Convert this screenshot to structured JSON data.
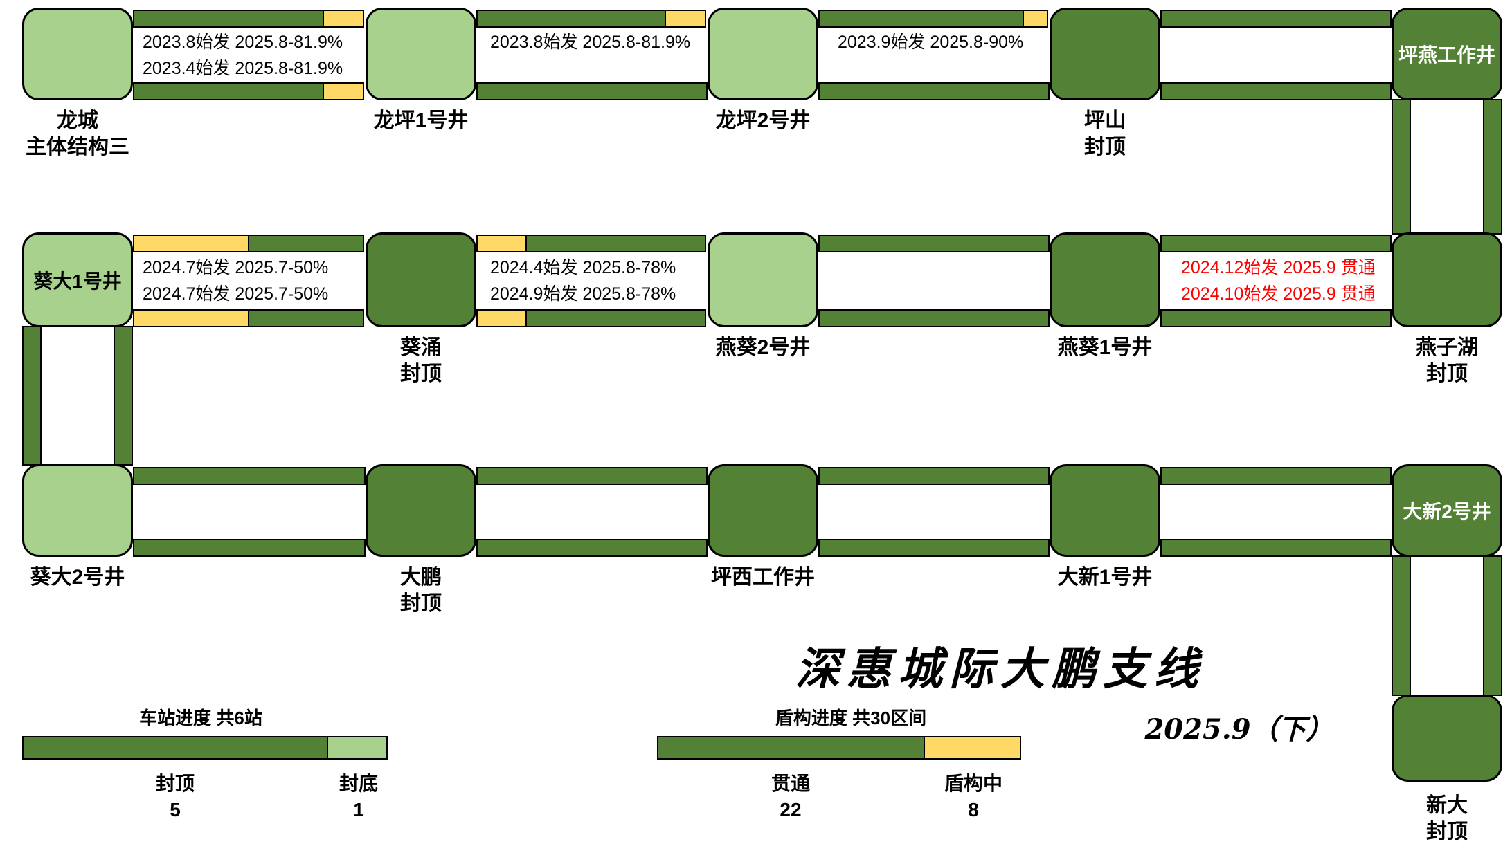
{
  "title": "深惠城际大鹏支线",
  "period": "2025.9（下）",
  "colors": {
    "dark_green": "#538135",
    "light_green": "#a9d18e",
    "yellow": "#ffd966",
    "red": "#ff0000"
  },
  "stations": {
    "longcheng": {
      "line1": "龙城",
      "line2": "主体结构三"
    },
    "longping1": {
      "label": "龙坪1号井"
    },
    "longping2": {
      "label": "龙坪2号井"
    },
    "pingshan": {
      "line1": "坪山",
      "line2": "封顶"
    },
    "pingyan": {
      "label": "坪燕工作井"
    },
    "kuida1": {
      "label": "葵大1号井"
    },
    "kuiyong": {
      "line1": "葵涌",
      "line2": "封顶"
    },
    "yankui2": {
      "label": "燕葵2号井"
    },
    "yankui1": {
      "label": "燕葵1号井"
    },
    "yanzihu": {
      "line1": "燕子湖",
      "line2": "封顶"
    },
    "kuida2": {
      "label": "葵大2号井"
    },
    "dapeng": {
      "line1": "大鹏",
      "line2": "封顶"
    },
    "pingxi": {
      "label": "坪西工作井"
    },
    "daxin1": {
      "label": "大新1号井"
    },
    "daxin2": {
      "label": "大新2号井"
    },
    "xinda": {
      "line1": "新大",
      "line2": "封顶"
    }
  },
  "tunnels": {
    "longcheng_longping1": {
      "line1": "2023.8始发 2025.8-81.9%",
      "line2": "2023.4始发 2025.8-81.9%"
    },
    "longping1_longping2": {
      "line1": "2023.8始发 2025.8-81.9%"
    },
    "longping2_pingshan": {
      "line1": "2023.9始发 2025.8-90%"
    },
    "kuida1_kuiyong": {
      "line1": "2024.7始发 2025.7-50%",
      "line2": "2024.7始发 2025.7-50%"
    },
    "kuiyong_yankui2": {
      "line1": "2024.4始发 2025.8-78%",
      "line2": "2024.9始发 2025.8-78%"
    },
    "yankui1_yanzihu": {
      "line1": "2024.12始发 2025.9 贯通",
      "line2": "2024.10始发 2025.9 贯通"
    }
  },
  "legend_station": {
    "header": "车站进度 共6站",
    "seg1_label": "封顶",
    "seg1_value": "5",
    "seg2_label": "封底",
    "seg2_value": "1"
  },
  "legend_shield": {
    "header": "盾构进度 共30区间",
    "seg1_label": "贯通",
    "seg1_value": "22",
    "seg2_label": "盾构中",
    "seg2_value": "8"
  }
}
